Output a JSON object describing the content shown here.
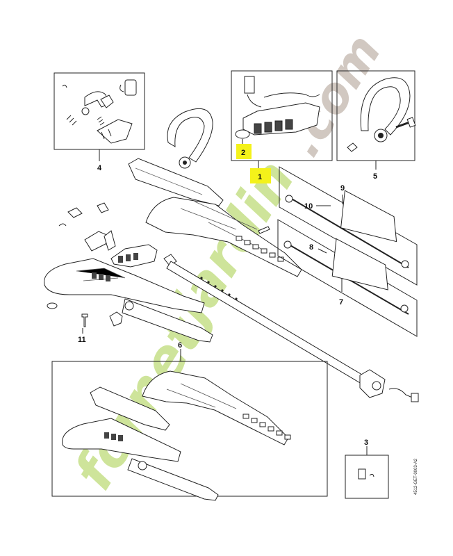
{
  "callouts": {
    "c1": "1",
    "c2": "2",
    "c3": "3",
    "c4": "4",
    "c5": "5",
    "c6": "6",
    "c7": "7",
    "c8": "8",
    "c9": "9",
    "c10": "10",
    "c11": "11"
  },
  "highlight_color": "#f4f21a",
  "watermark": {
    "text_a": "fornet",
    "text_b": "jardin",
    "text_c": ".com",
    "color_green": "#c6e089",
    "color_orange": "#f2b36a",
    "color_grey": "#c9bfb7"
  },
  "reference": "4512-GET-0003-A2"
}
